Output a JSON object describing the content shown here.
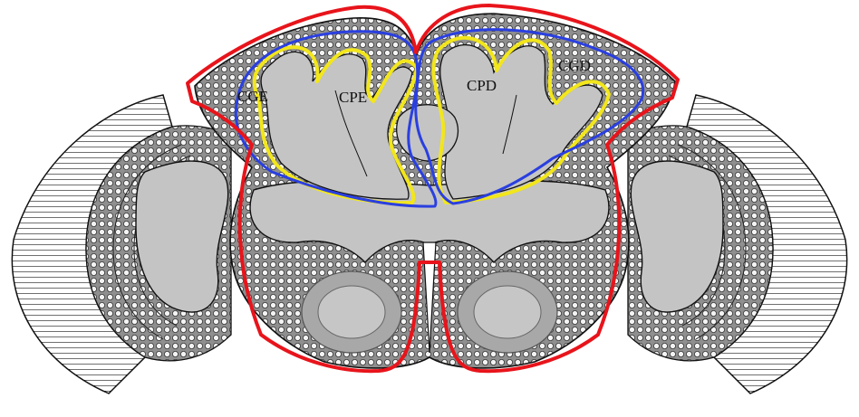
{
  "labels": {
    "cge": "CGE",
    "cpe": "CPE",
    "cpd": "CPD",
    "cgd": "CGD"
  },
  "colors": {
    "outline_red": "#e8141b",
    "outline_blue": "#2a3fe0",
    "outline_yellow": "#f2e61c",
    "neuropil_gray": "#c4c4c4",
    "cell_body_gray": "#8c8c8c",
    "line_black": "#111111"
  }
}
